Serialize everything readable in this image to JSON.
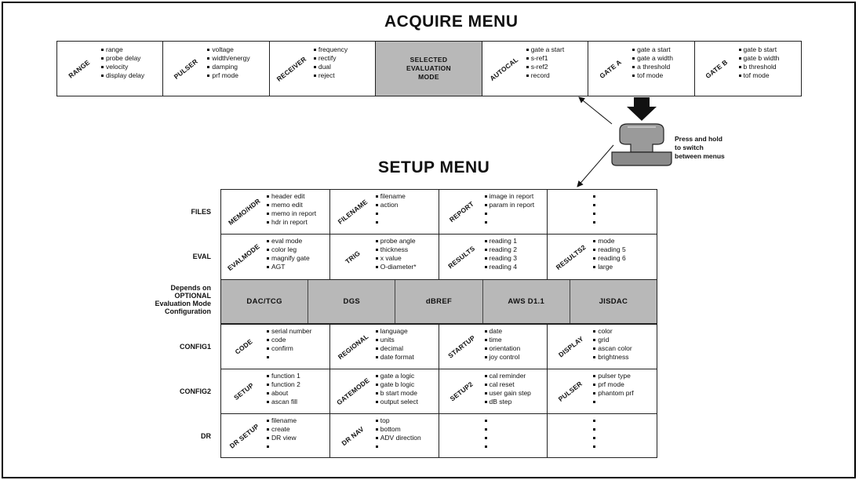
{
  "acquire": {
    "title": "ACQUIRE MENU",
    "cells": [
      {
        "label": "RANGE",
        "items": [
          "range",
          "probe delay",
          "velocity",
          "display delay"
        ]
      },
      {
        "label": "PULSER",
        "items": [
          "voltage",
          "width/energy",
          "damping",
          "prf mode"
        ]
      },
      {
        "label": "RECEIVER",
        "items": [
          "frequency",
          "rectify",
          "dual",
          "reject"
        ]
      },
      {
        "label": "SELECTED EVALUATION MODE",
        "lines": [
          "SELECTED",
          "EVALUATION",
          "MODE"
        ],
        "selected": true,
        "fill": "#b8b8b8"
      },
      {
        "label": "AUTOCAL",
        "items": [
          "gate a start",
          "s-ref1",
          "s-ref2",
          "record"
        ]
      },
      {
        "label": "GATE A",
        "items": [
          "gate a start",
          "gate a width",
          "a threshold",
          "tof mode"
        ]
      },
      {
        "label": "GATE B",
        "items": [
          "gate b start",
          "gate b width",
          "b threshold",
          "tof mode"
        ]
      }
    ]
  },
  "press_hold": {
    "lines": [
      "Press and hold",
      "to switch",
      "between menus"
    ],
    "icon": "down-arrow-key-icon"
  },
  "setup": {
    "title": "SETUP MENU",
    "rows": [
      {
        "label": "FILES",
        "cells": [
          {
            "label": "MEMO/HDR",
            "items": [
              "header edit",
              "memo edit",
              "memo in report",
              "hdr in report"
            ]
          },
          {
            "label": "FILENAME",
            "items": [
              "filename",
              "action",
              "",
              ""
            ]
          },
          {
            "label": "REPORT",
            "items": [
              "image in report",
              "param in report",
              "",
              ""
            ]
          },
          {
            "label": "",
            "items": [
              "",
              "",
              "",
              ""
            ]
          }
        ]
      },
      {
        "label": "EVAL",
        "cells": [
          {
            "label": "EVALMODE",
            "items": [
              "eval mode",
              "color leg",
              "magnify gate",
              "AGT"
            ]
          },
          {
            "label": "TRIG",
            "items": [
              "probe angle",
              "thickness",
              "x value",
              "O-diameter*"
            ]
          },
          {
            "label": "RESULTS",
            "items": [
              "reading 1",
              "reading 2",
              "reading 3",
              "reading 4"
            ]
          },
          {
            "label": "RESULTS2",
            "items": [
              "mode",
              "reading 5",
              "reading 6",
              "large"
            ]
          }
        ]
      },
      {
        "label_lines": [
          "Depends on",
          "OPTIONAL",
          "Evaluation Mode",
          "Configuration"
        ],
        "optional": [
          "DAC/TCG",
          "DGS",
          "dBREF",
          "AWS D1.1",
          "JISDAC"
        ],
        "fill": "#b8b8b8"
      },
      {
        "label": "CONFIG1",
        "cells": [
          {
            "label": "CODE",
            "items": [
              "serial number",
              "code",
              "confirm",
              ""
            ]
          },
          {
            "label": "REGIONAL",
            "items": [
              "language",
              "units",
              "decimal",
              "date format"
            ]
          },
          {
            "label": "STARTUP",
            "items": [
              "date",
              "time",
              "orientation",
              "joy control"
            ]
          },
          {
            "label": "DISPLAY",
            "items": [
              "color",
              "grid",
              "ascan color",
              "brightness"
            ]
          }
        ]
      },
      {
        "label": "CONFIG2",
        "cells": [
          {
            "label": "SETUP",
            "items": [
              "function 1",
              "function 2",
              "about",
              "ascan fill"
            ]
          },
          {
            "label": "GATEMODE",
            "items": [
              "gate a logic",
              "gate b logic",
              "b start mode",
              "output select"
            ]
          },
          {
            "label": "SETUP2",
            "items": [
              "cal reminder",
              "cal reset",
              "user gain step",
              "dB step"
            ]
          },
          {
            "label": "PULSER",
            "items": [
              "pulser type",
              "prf mode",
              "phantom prf",
              ""
            ]
          }
        ]
      },
      {
        "label": "DR",
        "cells": [
          {
            "label": "DR SETUP",
            "items": [
              "filename",
              "create",
              "DR view",
              ""
            ]
          },
          {
            "label": "DR NAV",
            "items": [
              "top",
              "bottom",
              "ADV direction",
              ""
            ]
          },
          {
            "label": "",
            "items": [
              "",
              "",
              "",
              ""
            ]
          },
          {
            "label": "",
            "items": [
              "",
              "",
              "",
              ""
            ]
          }
        ]
      }
    ]
  }
}
